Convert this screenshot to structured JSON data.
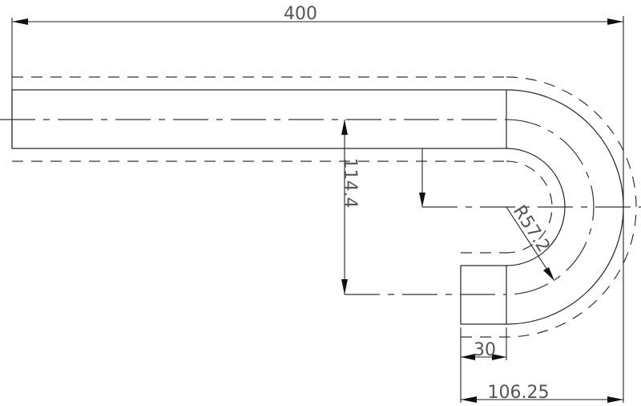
{
  "drawing": {
    "title": "Pipe bend drawing",
    "dimensions": {
      "overall_length": "400",
      "offset_vertical": "114.4",
      "bend_radius": "R57.2",
      "end_width": "30",
      "overall_width": "106.25"
    }
  }
}
